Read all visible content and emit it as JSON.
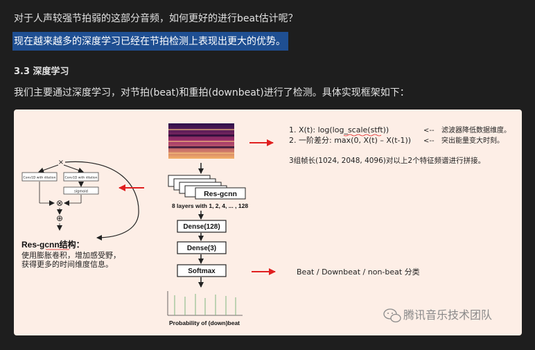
{
  "article": {
    "question": "对于人声较强节拍弱的这部分音频，如何更好的进行beat估计呢？",
    "highlight": "现在越来越多的深度学习已经在节拍检测上表现出更大的优势。",
    "section_heading": "3.3 深度学习",
    "intro": "我们主要通过深度学习，对节拍(beat)和重拍(downbeat)进行了检测。具体实现框架如下："
  },
  "figure": {
    "left_block": {
      "multiply_symbol": "×",
      "conv_left": "Conv1D with dilation",
      "conv_right": "Conv1D with dilation",
      "sigmoid": "sigmoid",
      "circle_times": "⊗",
      "circle_plus": "⊕",
      "title": "Res-gcnn结构：",
      "desc_line1": "使用膨胀卷积，增加感受野，",
      "desc_line2": "获得更多的时间维度信息。"
    },
    "pipeline": {
      "resgcnn_label": "Res-gcnn",
      "layers_caption": "8 layers with 1, 2, 4, ... , 128",
      "dense1": "Dense(128)",
      "dense2": "Dense(3)",
      "softmax": "Softmax",
      "prob_caption": "Probability of (down)beat"
    },
    "notes": {
      "line1_main": "1. X(t): log(log_scale(stft))",
      "line1_arrow": "<--",
      "line1_note": "滤波器降低数据维度。",
      "line2_main": "2. 一阶差分: max(0, X(t) – X(t-1))",
      "line2_arrow": "<--",
      "line2_note": "突出能量变大时刻。",
      "line3": "3组帧长(1024, 2048, 4096)对以上2个特征频谱进行拼接。",
      "output": "Beat / Downbeat / non-beat 分类"
    },
    "watermark": "腾讯音乐技术团队",
    "colors": {
      "background": "#fdeee6",
      "arrow_red": "#e02020",
      "highlight": "#1f4f92"
    }
  }
}
